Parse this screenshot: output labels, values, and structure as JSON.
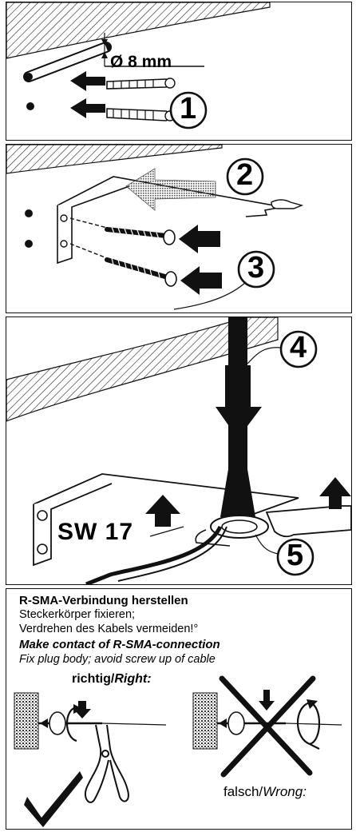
{
  "panel1": {
    "diameter_label": "Ø 8 mm",
    "step": "1"
  },
  "panel2": {
    "step_bracket": "2",
    "step_screws": "3"
  },
  "panel3": {
    "step_cable": "4",
    "step_nut": "5",
    "wrench_label": "SW 17"
  },
  "panel4": {
    "heading_de": "R-SMA-Verbindung herstellen",
    "line1_de": "Steckerkörper fixieren;",
    "line2_de": "Verdrehen des Kabels vermeiden!°",
    "heading_en": "Make contact of R-SMA-connection",
    "line_en": "Fix plug body; avoid screw up of cable",
    "right_label": "richtig/",
    "right_label_en": "Right:",
    "wrong_label": "falsch/",
    "wrong_label_en": "Wrong:"
  }
}
